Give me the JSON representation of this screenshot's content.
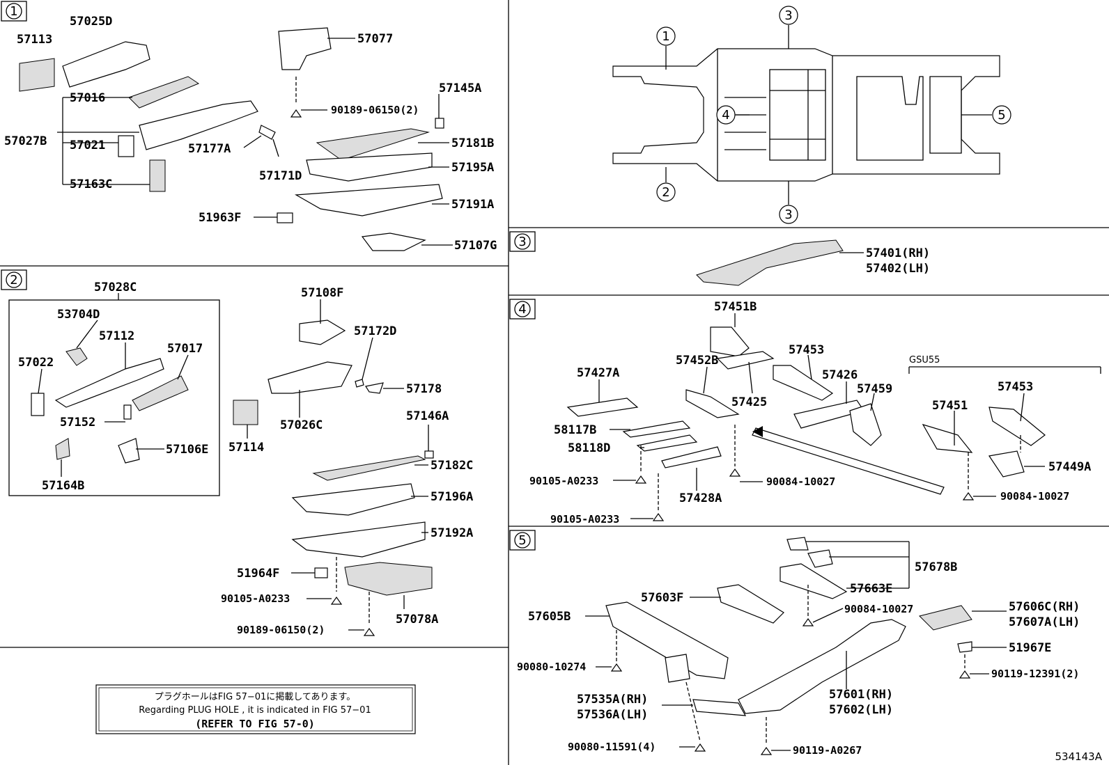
{
  "figure_id": "534143A",
  "note": {
    "jp": "プラグホールはFIG 57−01に掲載してあります。",
    "en": "Regarding  PLUG  HOLE , it is indicated in FIG  57−01",
    "ref": "(REFER TO FIG 57-0)"
  },
  "sections": {
    "s1": "1",
    "s2": "2",
    "s3": "3",
    "s4": "4",
    "s5": "5"
  },
  "overview": {
    "c1": "1",
    "c2": "2",
    "c3a": "3",
    "c3b": "3",
    "c4": "4",
    "c5": "5"
  },
  "gsu_label": "GSU55",
  "parts": {
    "p57113": "57113",
    "p57025D": "57025D",
    "p57077": "57077",
    "p57016": "57016",
    "p57145A": "57145A",
    "p57027B": "57027B",
    "p57021": "57021",
    "p90189_06150_a": "90189-06150(2)",
    "p57177A": "57177A",
    "p57181B": "57181B",
    "p57195A": "57195A",
    "p57171D": "57171D",
    "p57163C": "57163C",
    "p57191A": "57191A",
    "p51963F": "51963F",
    "p57107G": "57107G",
    "p57028C": "57028C",
    "p53704D": "53704D",
    "p57112": "57112",
    "p57017": "57017",
    "p57022": "57022",
    "p57152": "57152",
    "p57106E": "57106E",
    "p57164B": "57164B",
    "p57108F": "57108F",
    "p57172D": "57172D",
    "p57178": "57178",
    "p57114": "57114",
    "p57026C": "57026C",
    "p57146A": "57146A",
    "p57182C": "57182C",
    "p57196A": "57196A",
    "p57192A": "57192A",
    "p51964F": "51964F",
    "p90105_A0233_a": "90105-A0233",
    "p90189_06150_b": "90189-06150(2)",
    "p57078A": "57078A",
    "p57401": "57401(RH)",
    "p57402": "57402(LH)",
    "p57451B": "57451B",
    "p57453_a": "57453",
    "p57452B": "57452B",
    "p57426": "57426",
    "p57427A": "57427A",
    "p57425": "57425",
    "p57459": "57459",
    "p58117B": "58117B",
    "p58118D": "58118D",
    "p90105_A0233_b": "90105-A0233",
    "p90105_A0233_c": "90105-A0233",
    "p90084_10027_a": "90084-10027",
    "p57428A": "57428A",
    "p57451": "57451",
    "p57453_b": "57453",
    "p57449A": "57449A",
    "p90084_10027_b": "90084-10027",
    "p57678B": "57678B",
    "p57663E": "57663E",
    "p57603F": "57603F",
    "p90084_10027_c": "90084-10027",
    "p57605B": "57605B",
    "p57606C": "57606C(RH)",
    "p57607A": "57607A(LH)",
    "p51967E": "51967E",
    "p90080_10274": "90080-10274",
    "p90119_12391": "90119-12391(2)",
    "p57535A": "57535A(RH)",
    "p57536A": "57536A(LH)",
    "p57601": "57601(RH)",
    "p57602": "57602(LH)",
    "p90080_11591": "90080-11591(4)",
    "p90119_A0267": "90119-A0267"
  }
}
